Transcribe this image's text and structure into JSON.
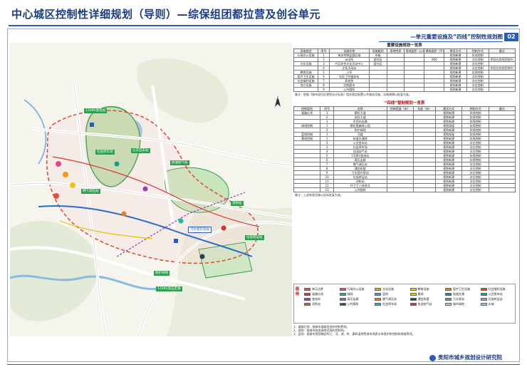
{
  "header": {
    "title": "中心城区控制性详细规划（导则）—综保组团都拉营及创谷单元",
    "sheet_title": "—单元重要设施及“四线”控制性规划图",
    "sheet_number": "02"
  },
  "table1": {
    "caption": "重要设施规划一览表",
    "headers": [
      "设施类型",
      "序号",
      "设施名称",
      "设施级别",
      "用地性质",
      "用地面积（公顷）",
      "建筑面积（平方米）",
      "建设方式",
      "控制方式",
      "备注"
    ],
    "rows": [
      [
        "行政办公设施",
        "1",
        "海关特殊监管区域",
        "市级",
        "",
        "",
        "",
        "规划新建",
        "实线控制",
        ""
      ],
      [
        "",
        "2",
        "派出所",
        "居住区",
        "",
        "",
        "800",
        "规划新建",
        "点位控制",
        "附设在其他用地内"
      ],
      [
        "文化设施",
        "3",
        "片区综合文化活动中心",
        "居住区",
        "",
        "",
        "",
        "规划新建",
        "点位控制",
        ""
      ],
      [
        "",
        "4",
        "文化活动站",
        "",
        "",
        "",
        "",
        "规划新建",
        "点位控制",
        "附设在其他用地内"
      ],
      [
        "教育设施",
        "5",
        "小学",
        "",
        "",
        "",
        "",
        "规划新建",
        "实线控制",
        ""
      ],
      [
        "医疗卫生设施",
        "6",
        "社区卫生服务站",
        "",
        "",
        "",
        "",
        "规划新建",
        "点位控制",
        ""
      ],
      [
        "社会福利设施",
        "7",
        "养老院",
        "",
        "",
        "",
        "",
        "规划新建",
        "点位控制",
        ""
      ],
      [
        "其它设施",
        "8",
        "生鲜超市",
        "",
        "",
        "",
        "",
        "规划新建",
        "点位控制",
        ""
      ],
      [
        "",
        "9",
        "公共厕所",
        "",
        "",
        "",
        "",
        "规划新建",
        "点位控制",
        ""
      ]
    ],
    "note": "备注：依据《城市居住区规划设计标准》相关规定配置公共服务设施，设施规模以批复为准。"
  },
  "table2": {
    "caption": "“四线”管制规划一览表",
    "headers": [
      "控制类别",
      "序号",
      "名称",
      "控制宽度（米）",
      "长度（米）",
      "建设方式",
      "控制方式",
      "备注"
    ],
    "rows": [
      [
        "道路红线",
        "1",
        "都拉大道",
        "",
        "",
        "规划新建",
        "实线控制",
        ""
      ],
      [
        "",
        "2",
        "创谷大道",
        "",
        "",
        "规划新建",
        "实线控制",
        ""
      ],
      [
        "",
        "3",
        "东西向支路",
        "",
        "",
        "规划新建",
        "实线控制",
        ""
      ],
      [
        "绿线控制",
        "1",
        "都拉营森林公园",
        "",
        "",
        "规划保留",
        "实线控制",
        ""
      ],
      [
        "",
        "2",
        "防护绿地",
        "",
        "",
        "规划新建",
        "实线控制",
        ""
      ],
      [
        "蓝线控制",
        "1",
        "河道",
        "",
        "",
        "规划保留",
        "实线控制",
        ""
      ],
      [
        "黄线控制",
        "1",
        "轨道交通线",
        "",
        "",
        "规划新建",
        "实线控制",
        ""
      ],
      [
        "",
        "2",
        "公交首末站",
        "",
        "",
        "规划新建",
        "点位控制",
        ""
      ],
      [
        "",
        "3",
        "社会停车场",
        "",
        "",
        "规划新建",
        "点位控制",
        ""
      ],
      [
        "",
        "4",
        "加油加气站",
        "",
        "",
        "规划新建",
        "点位控制",
        ""
      ],
      [
        "",
        "5",
        "110KV变电站",
        "",
        "",
        "规划新建",
        "实线控制",
        ""
      ],
      [
        "",
        "6",
        "高压走廊",
        "",
        "",
        "规划新建",
        "实线控制",
        ""
      ],
      [
        "",
        "7",
        "燃气调压站",
        "",
        "",
        "规划新建",
        "点位控制",
        ""
      ],
      [
        "",
        "8",
        "通信机楼",
        "",
        "",
        "规划新建",
        "点位控制",
        ""
      ],
      [
        "",
        "9",
        "污水提升泵站",
        "",
        "",
        "规划新建",
        "点位控制",
        ""
      ],
      [
        "",
        "10",
        "垃圾转运站",
        "",
        "",
        "规划新建",
        "点位控制",
        ""
      ],
      [
        "",
        "11",
        "消防站",
        "",
        "",
        "规划新建",
        "点位控制",
        ""
      ],
      [
        "",
        "12",
        "环卫工人休息点",
        "",
        "",
        "规划新建",
        "点位控制",
        ""
      ],
      [
        "",
        "13",
        "公共厕所",
        "",
        "",
        "规划新建",
        "点位控制",
        ""
      ]
    ],
    "note": "备注：上述各类设施以实际批复为准。"
  },
  "legend": {
    "title": "图例",
    "items": [
      {
        "label": "单元边界",
        "color": "#e74c3c"
      },
      {
        "label": "行政办公设施",
        "color": "#e84393"
      },
      {
        "label": "文化设施",
        "color": "#f39c12"
      },
      {
        "label": "教育设施",
        "color": "#f1c40f"
      },
      {
        "label": "医疗卫生设施",
        "color": "#e67e22"
      },
      {
        "label": "社会福利设施",
        "color": "#d35400"
      },
      {
        "label": "道路红线",
        "color": "#c0392b"
      },
      {
        "label": "绿线",
        "color": "#27ae60"
      },
      {
        "label": "蓝线",
        "color": "#3498db"
      },
      {
        "label": "黄线",
        "color": "#f1c40f"
      },
      {
        "label": "轨道交通",
        "color": "#2980b9"
      },
      {
        "label": "公交首末站",
        "color": "#16a085"
      },
      {
        "label": "变电站",
        "color": "#8e44ad"
      },
      {
        "label": "高压走廊",
        "color": "#9b59b6"
      },
      {
        "label": "燃气调压站",
        "color": "#e67e22"
      },
      {
        "label": "通信机楼",
        "color": "#2c3e50"
      },
      {
        "label": "污水泵站",
        "color": "#7f8c8d"
      },
      {
        "label": "垃圾转运站",
        "color": "#95a5a6"
      },
      {
        "label": "消防站",
        "color": "#e74c3c"
      },
      {
        "label": "公共厕所",
        "color": "#34495e"
      },
      {
        "label": "社会停车场",
        "color": "#1abc9c"
      },
      {
        "label": "加油加气站",
        "color": "#d63031"
      },
      {
        "label": "城市绿地",
        "color": "#a8d8a0"
      },
      {
        "label": "水域",
        "color": "#a0c4e8"
      }
    ]
  },
  "bottom_notes": [
    "1、道路红线：指城市道路用地的控制界线。",
    "2、绿线：指城市各类绿地范围的控制线。",
    "3、蓝线：指城市规划确定的江、河、湖、库、渠和湿地等城市地表水体保护和控制的地域界线。",
    "4、黄线：指对城市发展全局有影响的、城市规划中确定的、必须控制的城市基础设施用地的控制界线。"
  ],
  "map": {
    "labels": [
      {
        "id": "lbl-1",
        "text": "110KV变电站"
      },
      {
        "id": "lbl-2",
        "text": "社会停车场"
      },
      {
        "id": "lbl-3",
        "text": "公交首末站"
      },
      {
        "id": "lbl-4",
        "text": "加油加气站"
      },
      {
        "id": "lbl-5",
        "text": "燃气调压站"
      },
      {
        "id": "lbl-6",
        "text": "消防站"
      },
      {
        "id": "lbl-7",
        "text": "污水提升泵站"
      },
      {
        "id": "lbl-8",
        "text": "垃圾转运站"
      },
      {
        "id": "lbl-9",
        "text": "防护绿地"
      },
      {
        "id": "lbl-10",
        "text": "110KV高压走廊"
      }
    ]
  },
  "footer": {
    "institute": "贵阳市城乡规划设计研究院"
  },
  "colors": {
    "accent": "#2a5bb7",
    "title": "#1a3b86",
    "boundary": "#e74c3c"
  }
}
